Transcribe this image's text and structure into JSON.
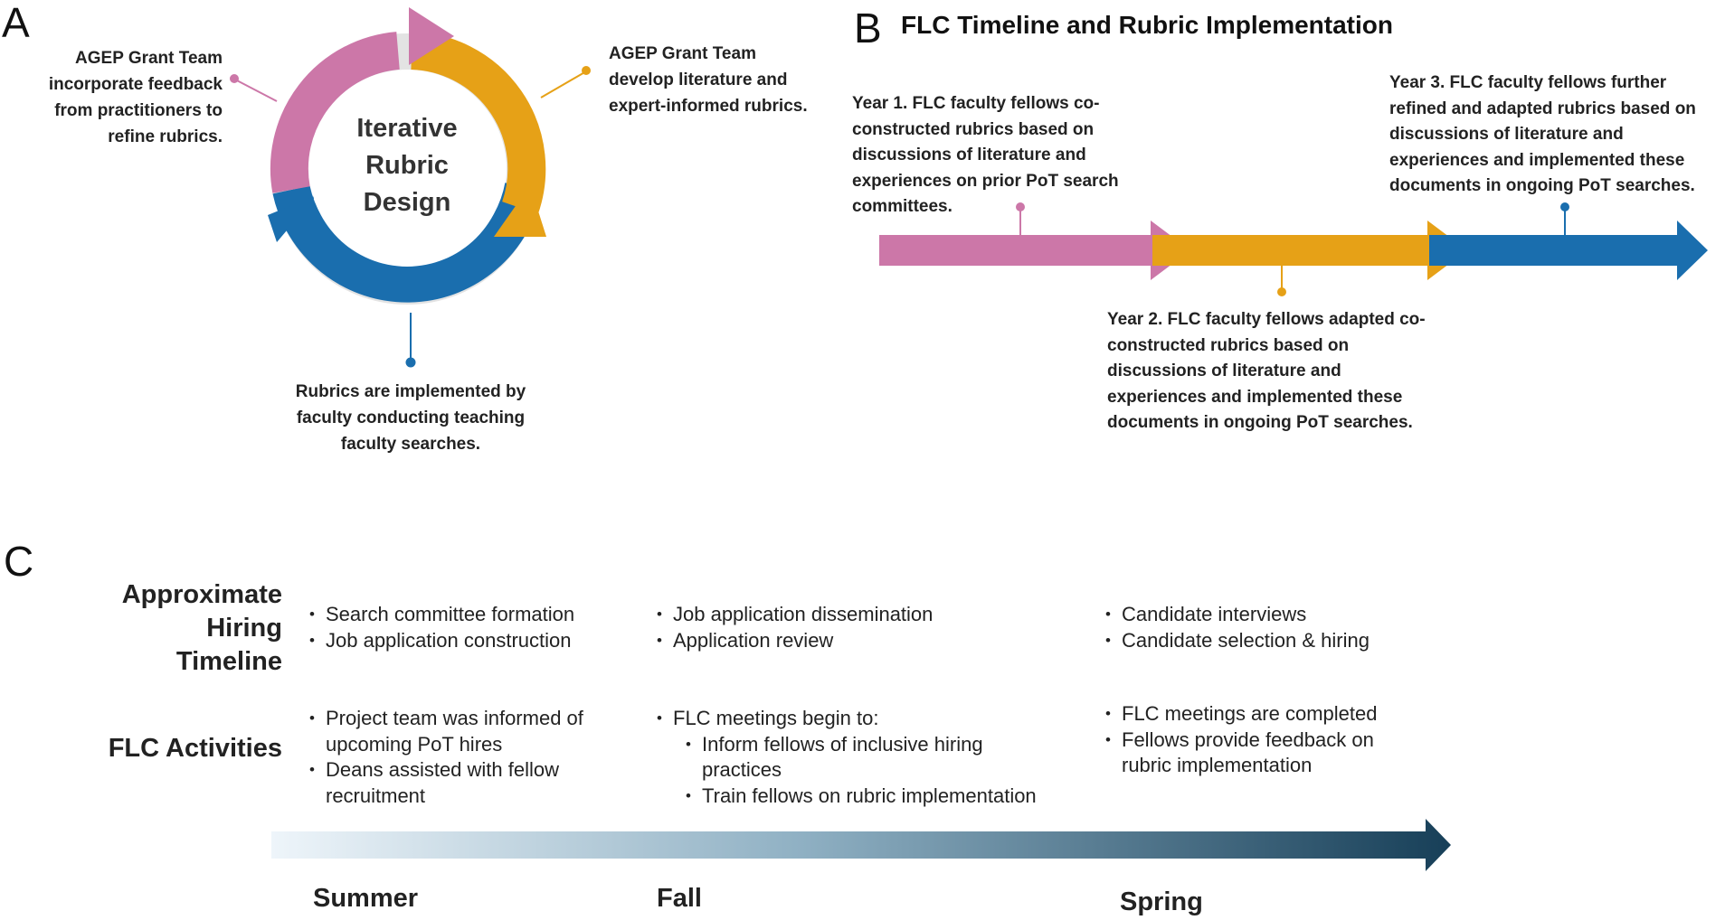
{
  "panels": {
    "a": "A",
    "b": "B",
    "c": "C"
  },
  "colors": {
    "pink": "#CC77A8",
    "orange": "#E6A117",
    "blue": "#1A6EAE",
    "navy": "#173F58",
    "ring_bg": "#E3E3E3"
  },
  "panel_a": {
    "center_lines": [
      "Iterative",
      "Rubric",
      "Design"
    ],
    "label_pink_lines": [
      "AGEP Grant Team",
      "incorporate feedback",
      "from practitioners to",
      "refine rubrics."
    ],
    "label_orange_lines": [
      "AGEP Grant Team",
      "develop literature and",
      "expert-informed rubrics."
    ],
    "label_blue_lines": [
      "Rubrics are implemented by",
      "faculty conducting teaching",
      "faculty searches."
    ]
  },
  "panel_b": {
    "title": "FLC Timeline and Rubric Implementation",
    "year1_lines": [
      "Year 1. FLC faculty fellows co-",
      "constructed rubrics based on",
      "discussions of literature and",
      "experiences on prior PoT search",
      "committees."
    ],
    "year2_lines": [
      "Year 2. FLC faculty fellows adapted co-",
      "constructed rubrics based on",
      "discussions of literature and",
      "experiences and implemented these",
      "documents in ongoing PoT searches."
    ],
    "year3_lines": [
      "Year 3. FLC faculty fellows further",
      "refined and adapted rubrics based on",
      "discussions of literature and",
      "experiences and implemented these",
      "documents in ongoing PoT searches."
    ]
  },
  "panel_c": {
    "hiring_head_lines": [
      "Approximate",
      "Hiring",
      "Timeline"
    ],
    "flc_head": "FLC Activities",
    "hiring_summer": [
      "Search committee formation",
      "Job application construction"
    ],
    "hiring_fall": [
      "Job application dissemination",
      "Application review"
    ],
    "hiring_spring": [
      "Candidate interviews",
      "Candidate selection & hiring"
    ],
    "flc_summer": {
      "item1_lines": [
        "Project team was informed of",
        "upcoming PoT hires"
      ],
      "item2_lines": [
        "Deans assisted with fellow",
        "recruitment"
      ]
    },
    "flc_fall": {
      "item1": "FLC meetings begin to:",
      "sub1_lines": [
        "Inform fellows of inclusive hiring",
        "practices"
      ],
      "sub2": "Train fellows on rubric implementation"
    },
    "flc_spring": {
      "item1": "FLC meetings are completed",
      "item2_lines": [
        "Fellows provide feedback on",
        "rubric implementation"
      ]
    },
    "seasons": [
      "Summer",
      "Fall",
      "Spring"
    ]
  }
}
